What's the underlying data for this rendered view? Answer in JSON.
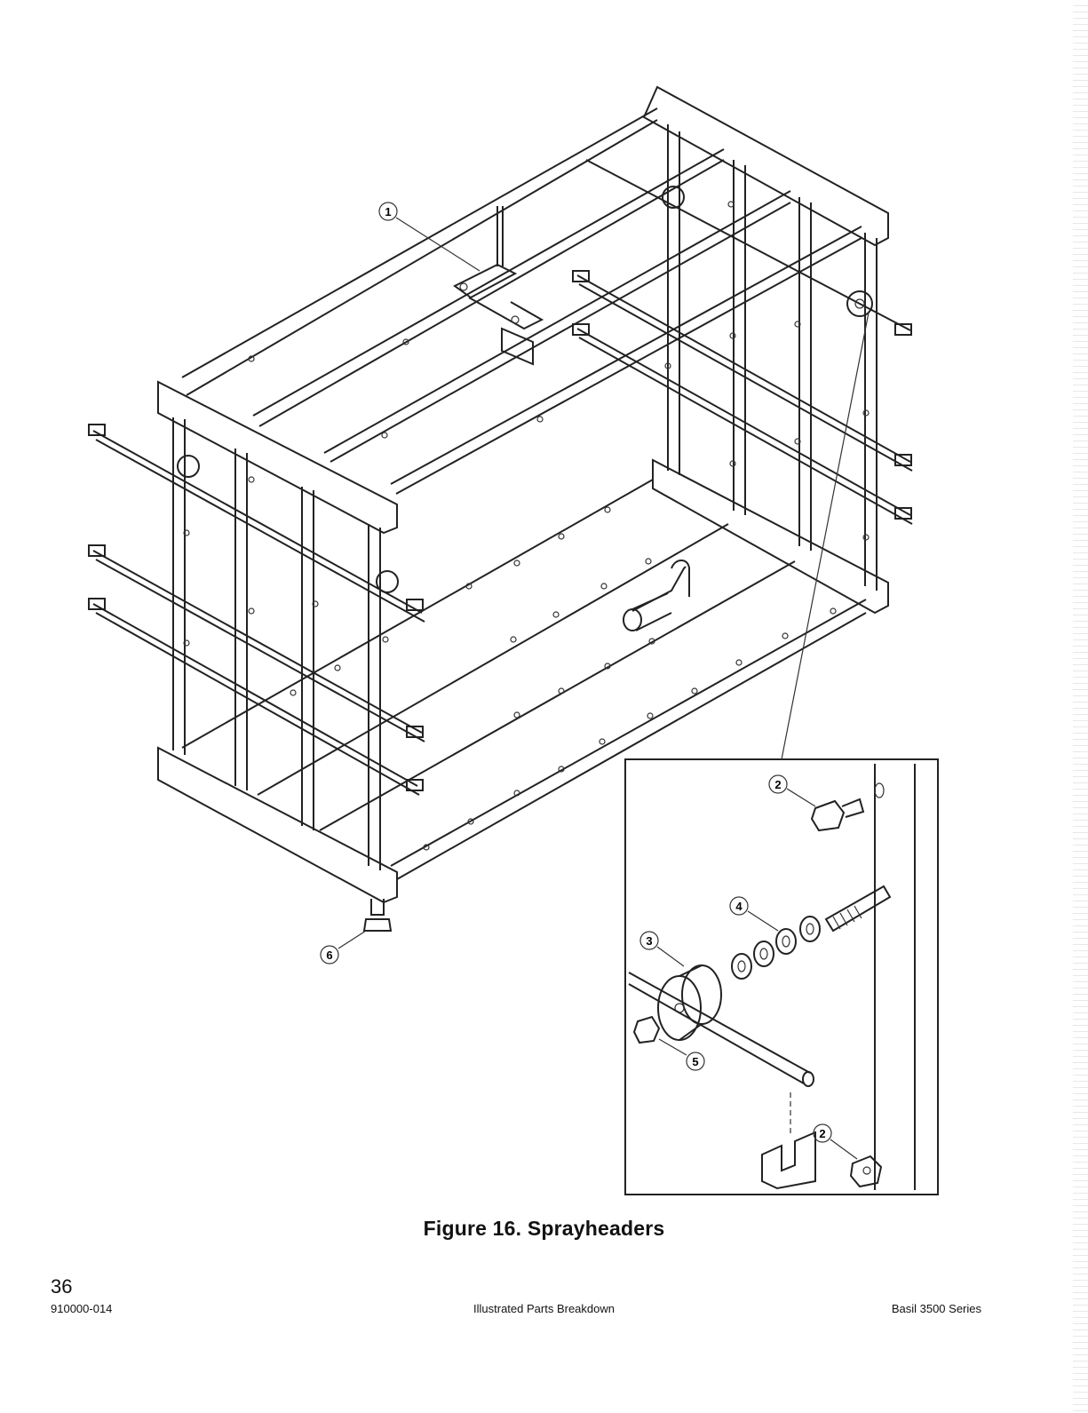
{
  "figure": {
    "caption": "Figure 16.  Sprayheaders",
    "callouts": [
      "1",
      "2",
      "3",
      "4",
      "5",
      "6",
      "2"
    ]
  },
  "footer": {
    "page_number": "36",
    "document_number": "910000-014",
    "section_title": "Illustrated Parts Breakdown",
    "product_series": "Basil 3500 Series"
  }
}
